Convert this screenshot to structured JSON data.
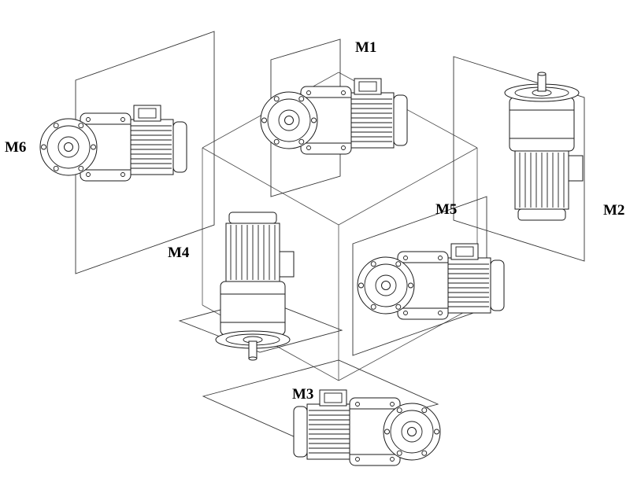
{
  "labels": {
    "m1": "M1",
    "m2": "M2",
    "m3": "M3",
    "m4": "M4",
    "m5": "M5",
    "m6": "M6"
  },
  "icons": {
    "gearmotor_horizontal": "gearmotor-side-view",
    "gearmotor_vertical": "gearmotor-vertical-view",
    "cube": "isometric-reference-cube",
    "panel": "mounting-plane"
  },
  "colors": {
    "line": "#1a1a1a",
    "cube_line": "#4a4a4a",
    "background": "#ffffff"
  }
}
